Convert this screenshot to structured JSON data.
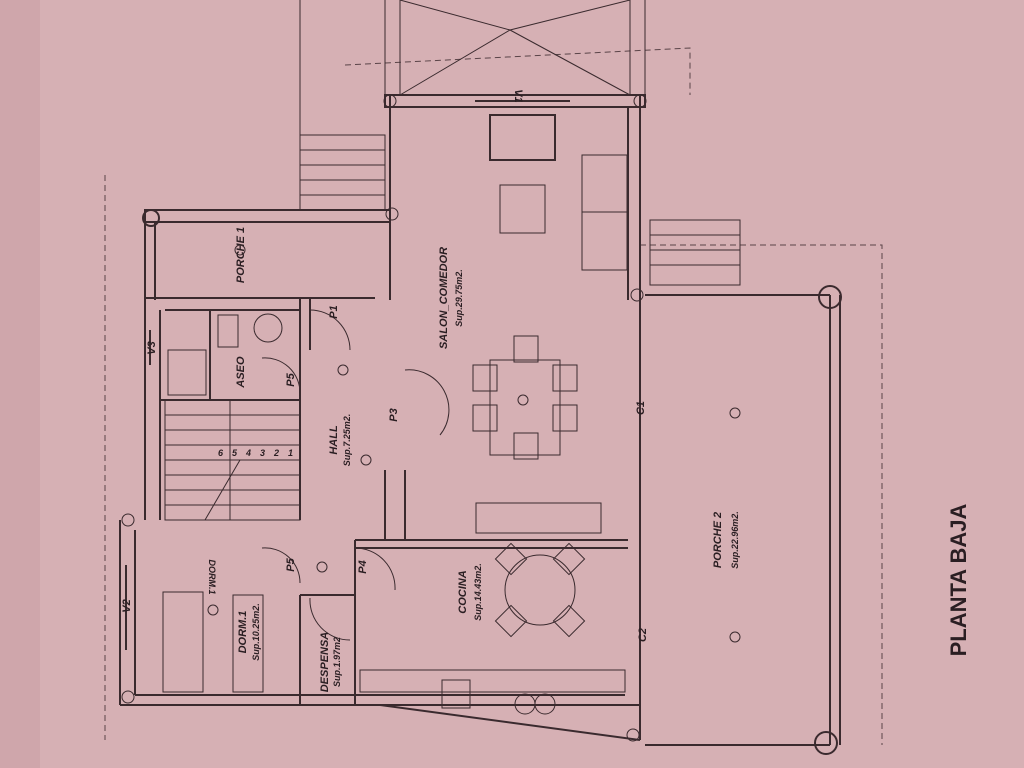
{
  "title": "PLANTA BAJA",
  "rooms": {
    "porche1": {
      "name": "PORCHE 1"
    },
    "aseo": {
      "name": "ASEO"
    },
    "hall": {
      "name": "HALL",
      "area": "Sup.7.25m2."
    },
    "salon": {
      "name": "SALON_COMEDOR",
      "area": "Sup.29.75m2."
    },
    "porche2": {
      "name": "PORCHE 2",
      "area": "Sup.22.96m2."
    },
    "cocina": {
      "name": "COCINA",
      "area": "Sup.14.43m2."
    },
    "despensa": {
      "name": "DESPENSA",
      "area": "Sup.1.97m2"
    },
    "dorm1": {
      "name": "DORM.1",
      "area": "Sup.10.25m2."
    },
    "dorm1_tag": "DORM.1"
  },
  "openings": {
    "v1": "V1",
    "v2": "V2",
    "v3": "V3",
    "p1": "P1",
    "p3": "P3",
    "p4": "P4",
    "p5a": "P5",
    "p5b": "P5",
    "c1": "C1",
    "c2": "C2"
  },
  "stairs": {
    "steps": [
      "1",
      "2",
      "3",
      "4",
      "5",
      "6"
    ]
  }
}
